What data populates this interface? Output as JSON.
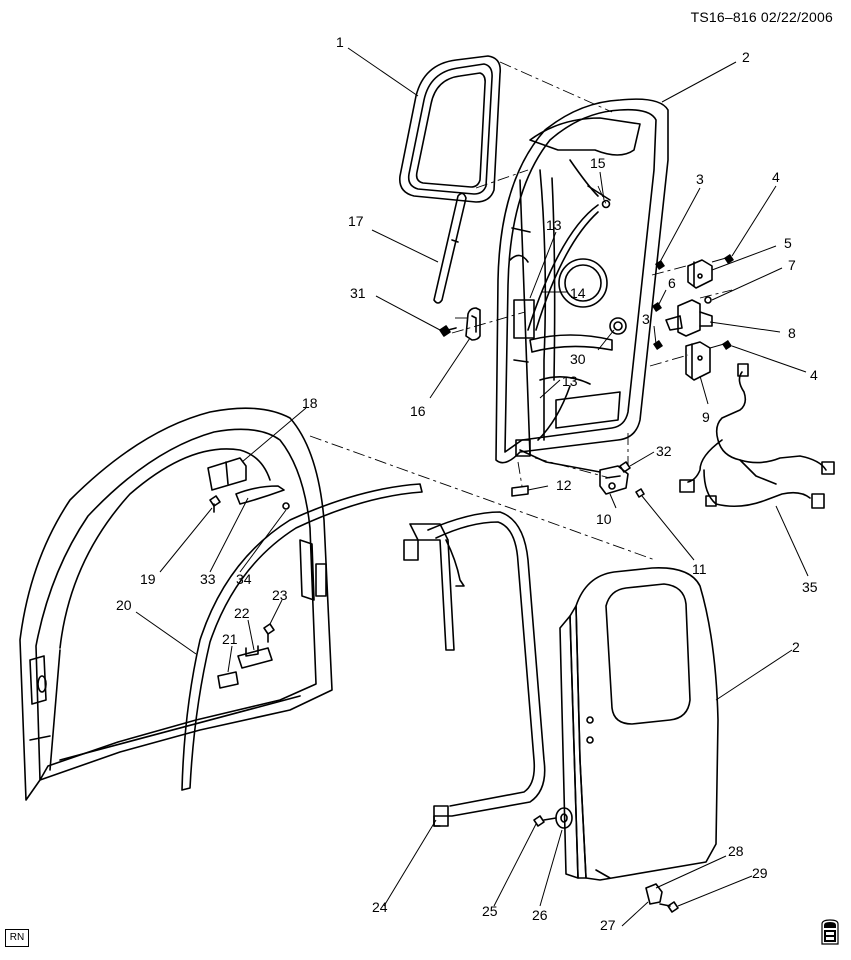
{
  "header": {
    "doc_id": "TS16–816",
    "date": "02/22/2006"
  },
  "footer": {
    "rn_label": "RN",
    "logo": "gm-spo-logo"
  },
  "callouts": [
    {
      "id": "c1",
      "label": "1"
    },
    {
      "id": "c2a",
      "label": "2"
    },
    {
      "id": "c3a",
      "label": "3"
    },
    {
      "id": "c4a",
      "label": "4"
    },
    {
      "id": "c5",
      "label": "5"
    },
    {
      "id": "c7",
      "label": "7"
    },
    {
      "id": "c6",
      "label": "6"
    },
    {
      "id": "c3b",
      "label": "3"
    },
    {
      "id": "c8",
      "label": "8"
    },
    {
      "id": "c4b",
      "label": "4"
    },
    {
      "id": "c9",
      "label": "9"
    },
    {
      "id": "c15",
      "label": "15"
    },
    {
      "id": "c13a",
      "label": "13"
    },
    {
      "id": "c14",
      "label": "14"
    },
    {
      "id": "c17",
      "label": "17"
    },
    {
      "id": "c31",
      "label": "31"
    },
    {
      "id": "c16",
      "label": "16"
    },
    {
      "id": "c30",
      "label": "30"
    },
    {
      "id": "c13b",
      "label": "13"
    },
    {
      "id": "c32",
      "label": "32"
    },
    {
      "id": "c12",
      "label": "12"
    },
    {
      "id": "c10",
      "label": "10"
    },
    {
      "id": "c11",
      "label": "11"
    },
    {
      "id": "c35",
      "label": "35"
    },
    {
      "id": "c18",
      "label": "18"
    },
    {
      "id": "c19",
      "label": "19"
    },
    {
      "id": "c33",
      "label": "33"
    },
    {
      "id": "c34",
      "label": "34"
    },
    {
      "id": "c20",
      "label": "20"
    },
    {
      "id": "c22",
      "label": "22"
    },
    {
      "id": "c23",
      "label": "23"
    },
    {
      "id": "c21",
      "label": "21"
    },
    {
      "id": "c2b",
      "label": "2"
    },
    {
      "id": "c24",
      "label": "24"
    },
    {
      "id": "c25",
      "label": "25"
    },
    {
      "id": "c26",
      "label": "26"
    },
    {
      "id": "c28",
      "label": "28"
    },
    {
      "id": "c29",
      "label": "29"
    },
    {
      "id": "c27",
      "label": "27"
    }
  ]
}
